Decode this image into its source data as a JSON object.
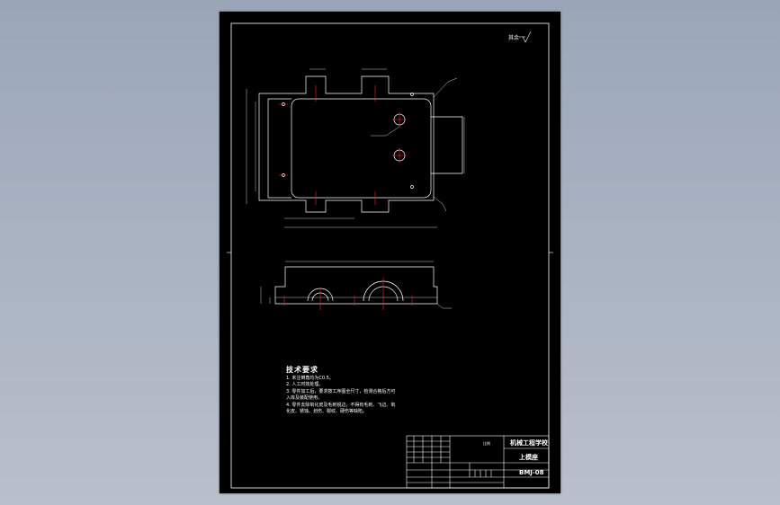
{
  "sheet": {
    "roughness_mark": "其余",
    "technical_requirements": {
      "heading": "技术要求",
      "lines": [
        "1. 未注倒角均为C0.5。",
        "2. 人工时效处理。",
        "3. 零件加工后，要求按工序图全尺寸，检测合格后方可",
        "入库及装配使用。",
        "4. 零件去除氧化皮及毛刺锐边，不得有毛刺、飞边、氧",
        "化皮、锈蚀、划伤、裂纹、硬伤等缺陷。"
      ]
    },
    "title_block": {
      "school": "机械工程学校",
      "part_name": "上模座",
      "drawing_code": "BMJ-08",
      "scale_label": "比例"
    }
  },
  "colors": {
    "background": "#000000",
    "line": "#ffffff",
    "center_line": "#ff2020",
    "frame_bg": "#9aa6b8"
  }
}
